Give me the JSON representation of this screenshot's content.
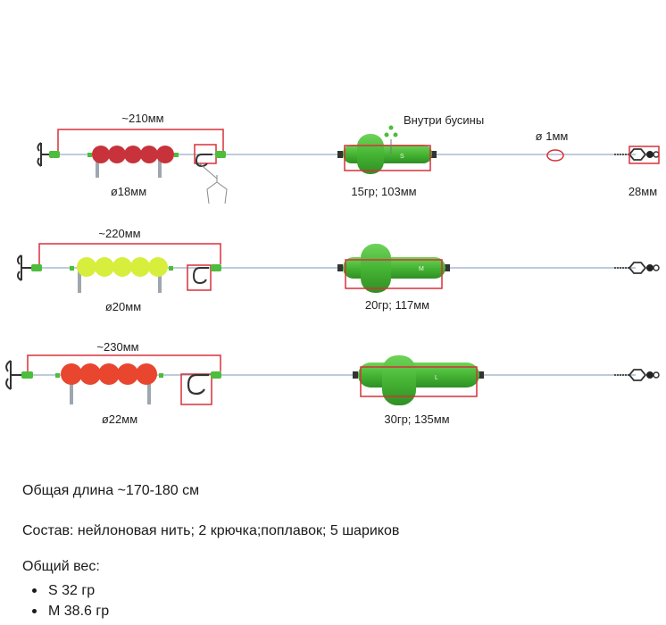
{
  "rigs": [
    {
      "length_label": "~210мм",
      "bead_diameter_label": "ø18мм",
      "float_label": "15гр; 103мм",
      "float_size_letter": "S",
      "bead_color": "#c8323a",
      "inside_beads_label": "Внутри бусины",
      "line_diameter_label": "ø 1мм",
      "swivel_label": "28мм"
    },
    {
      "length_label": "~220мм",
      "bead_diameter_label": "ø20мм",
      "float_label": "20гр; 117мм",
      "float_size_letter": "M",
      "bead_color": "#d8ee3c"
    },
    {
      "length_label": "~230мм",
      "bead_diameter_label": "ø22мм",
      "float_label": "30гр; 135мм",
      "float_size_letter": "L",
      "bead_color": "#e8462e"
    }
  ],
  "colors": {
    "float_green": "#4cbd3c",
    "annotation_red": "#d8303a",
    "line": "#9fb4c8"
  },
  "specs": {
    "total_length": "Общая длина ~170-180 см",
    "composition": "Состав: нейлоновая нить; 2 крючка;поплавок; 5 шариков",
    "weight_title": "Общий вес:",
    "weights": [
      "S 32 гр",
      "M 38.6 гр"
    ]
  }
}
